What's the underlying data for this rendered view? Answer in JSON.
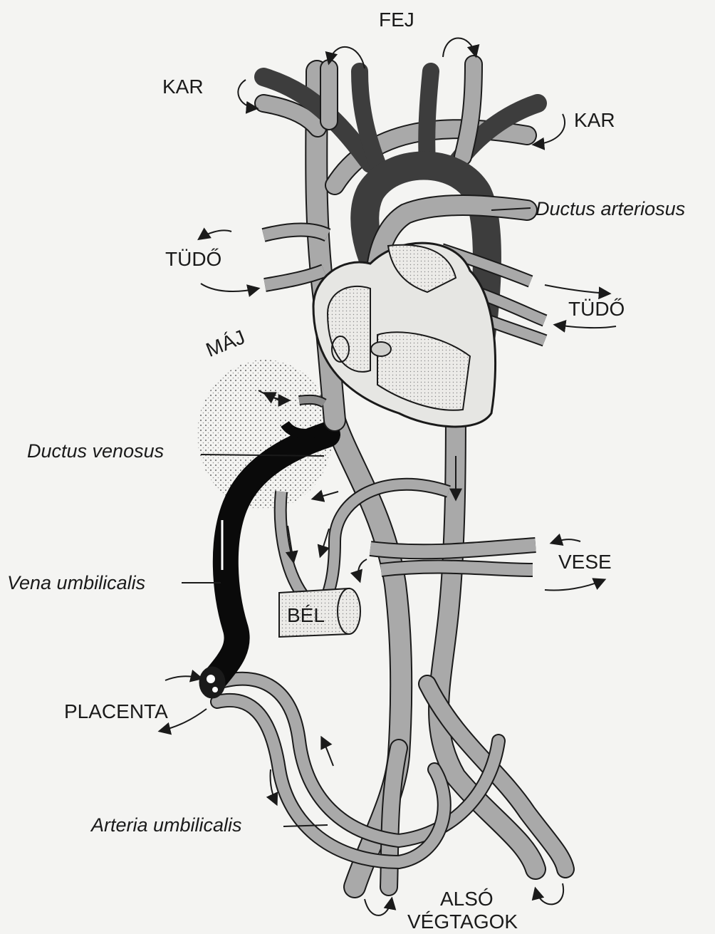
{
  "labels": {
    "fej": "FEJ",
    "kar_left": "KAR",
    "kar_right": "KAR",
    "tudo_left": "TÜDŐ",
    "tudo_right": "TÜDŐ",
    "ductus_arteriosus": "Ductus arteriosus",
    "maj": "MÁJ",
    "ductus_venosus": "Ductus venosus",
    "vese": "VESE",
    "vena_umbilicalis": "Vena umbilicalis",
    "bel": "BÉL",
    "placenta": "PLACENTA",
    "arteria_umbilicalis": "Arteria umbilicalis",
    "also": "ALSÓ",
    "vegtagok": "VÉGTAGOK"
  },
  "colors": {
    "background": "#f4f4f2",
    "vessel_light": "#a9a9a9",
    "vessel_mid": "#8c8c8c",
    "vessel_dark": "#3d3d3d",
    "vena_umbilicalis": "#0a0a0a",
    "outline": "#1a1a1a",
    "heart_fill": "#e3e3e0",
    "liver_dots": "#777777"
  }
}
